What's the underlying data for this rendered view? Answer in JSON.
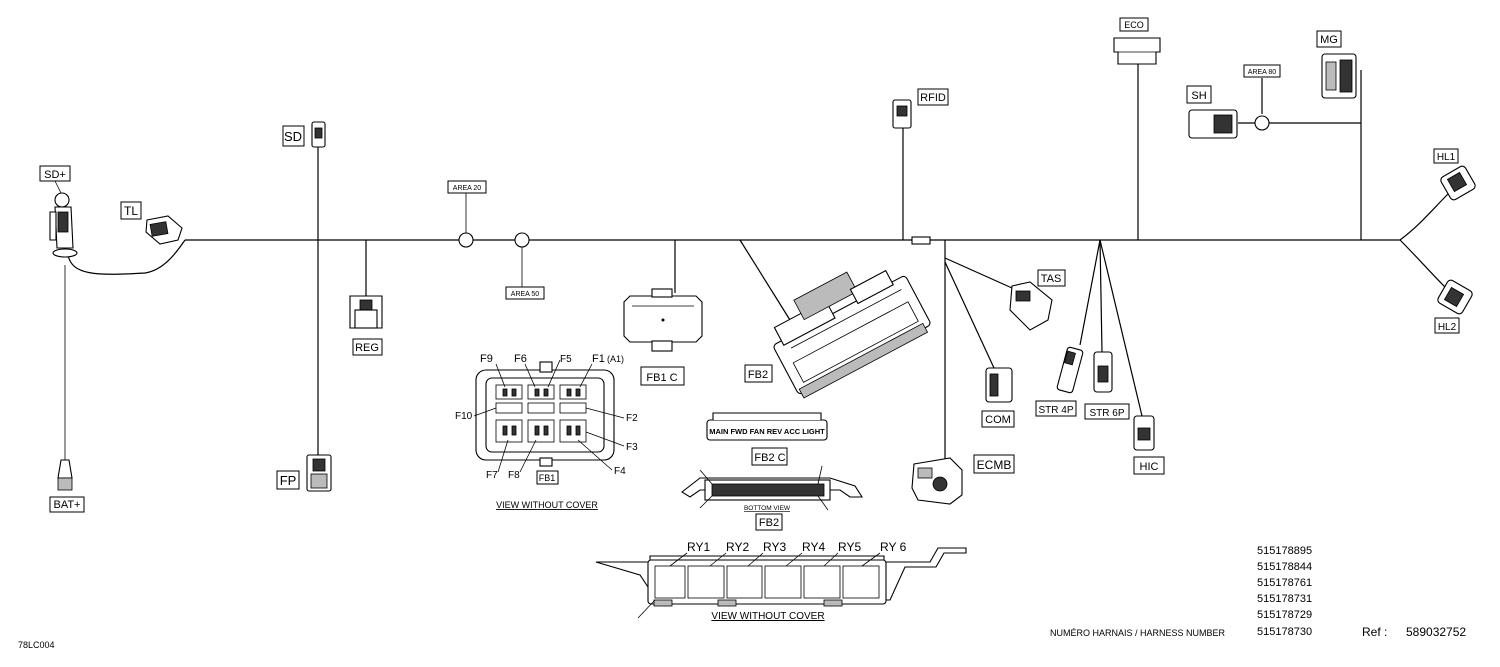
{
  "labels": {
    "sd_plus": "SD+",
    "tl": "TL",
    "sd": "SD",
    "reg": "REG",
    "fp": "FP",
    "bat_plus": "BAT+",
    "area20": "AREA 20",
    "area50": "AREA 50",
    "area80": "AREA 80",
    "fb1c": "FB1 C",
    "fb2": "FB2",
    "fb2c": "FB2 C",
    "fb2_bottom": "FB2",
    "fb1": "FB1",
    "rfid": "RFID",
    "eco": "ECO",
    "mg": "MG",
    "sh": "SH",
    "hl1": "HL1",
    "hl2": "HL2",
    "tas": "TAS",
    "com": "COM",
    "ecmb": "ECMB",
    "str4p": "STR 4P",
    "str6p": "STR 6P",
    "hic": "HIC"
  },
  "fuses": {
    "f9": "F9",
    "f6": "F6",
    "f5": "F5",
    "f1": "F1",
    "a1": "(A1)",
    "f10": "F10",
    "f2": "F2",
    "f3": "F3",
    "f4": "F4",
    "f7": "F7",
    "f8": "F8"
  },
  "relays": {
    "ry1": "RY1",
    "ry2": "RY2",
    "ry3": "RY3",
    "ry4": "RY4",
    "ry5": "RY5",
    "ry6": "RY 6"
  },
  "fb2c_strip": "MAIN FWD FAN REV ACC LIGHT",
  "captions": {
    "view_without_cover_fb1": "VIEW WITHOUT COVER",
    "bottom_view": "BOTTOM VIEW",
    "view_without_cover_relay": "VIEW WITHOUT COVER"
  },
  "harness_numbers": [
    "515178895",
    "515178844",
    "515178761",
    "515178731",
    "515178729",
    "515178730"
  ],
  "harness_caption": "NUMÉRO HARNAIS / HARNESS NUMBER",
  "ref_label": "Ref :",
  "ref_number": "589032752",
  "drawing_code": "78LC004"
}
